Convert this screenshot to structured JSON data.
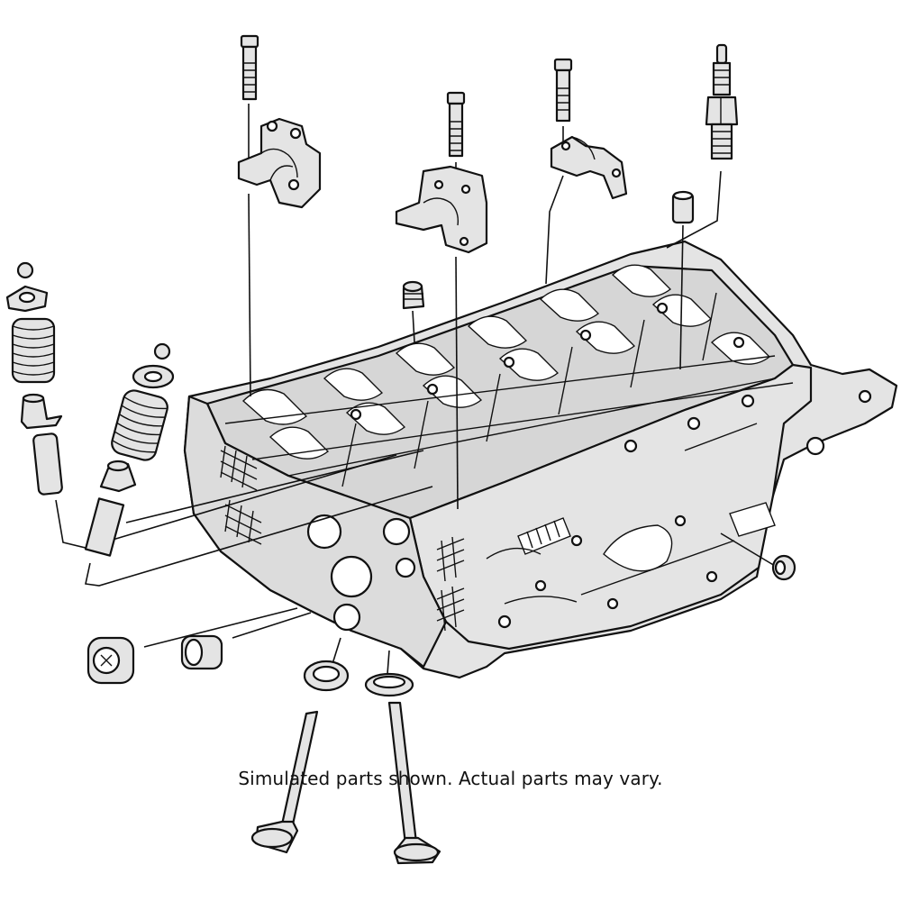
{
  "caption": "Simulated parts shown. Actual parts may vary.",
  "colors": {
    "line": "#111111",
    "metal": "#e4e4e4",
    "background": "#ffffff"
  },
  "parts": [
    "cylinder-head",
    "camshaft-bearing-cap",
    "cap-bolt",
    "spark-plug",
    "valve-spring",
    "spring-retainer",
    "valve-keeper",
    "valve-stem-seal",
    "valve-guide",
    "intake-valve",
    "exhaust-valve",
    "valve-seat-ring",
    "expansion-plug",
    "hydraulic-lifter",
    "cam-plug"
  ]
}
